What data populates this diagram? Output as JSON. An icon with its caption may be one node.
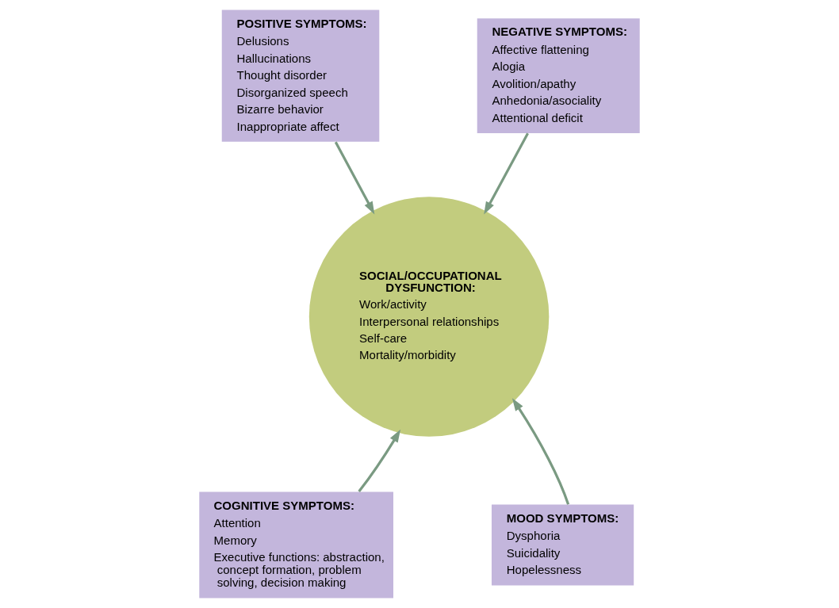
{
  "diagram": {
    "nodes": [
      {
        "text": [
          "POSITIVE SYMPTOMS:",
          "Delusions",
          "Hallucinations",
          "Thought disorder",
          "Disorganized speech",
          "Bizarre behavior",
          "Inappropriate affect"
        ]
      },
      {
        "text": [
          "NEGATIVE SYMPTOMS:",
          "Affective flattening",
          "Alogia",
          "Avolition/apathy",
          "Anhedonia/asociality",
          "Attentional deficit"
        ]
      },
      {
        "text": [
          "SOCIAL/OCCUPATIONAL DYSFUNCTION:",
          "Work/activity",
          "Interpersonal relationships",
          "Self-care",
          "Mortality/morbidity"
        ]
      },
      {
        "text": [
          "COGNITIVE SYMPTOMS:",
          "Attention",
          "Memory",
          "Executive functions: abstraction, concept formation, problem solving, decision making"
        ]
      },
      {
        "text": [
          "MOOD SYMPTOMS:",
          "Dysphoria",
          "Suicidality",
          "Hopelessness"
        ]
      }
    ],
    "edges": [
      {
        "from": 0,
        "to": 2,
        "arrow": "to"
      },
      {
        "from": 1,
        "to": 2,
        "arrow": "to"
      },
      {
        "from": 3,
        "to": 2,
        "arrow": "to"
      },
      {
        "from": 4,
        "to": 2,
        "arrow": "to"
      }
    ]
  }
}
